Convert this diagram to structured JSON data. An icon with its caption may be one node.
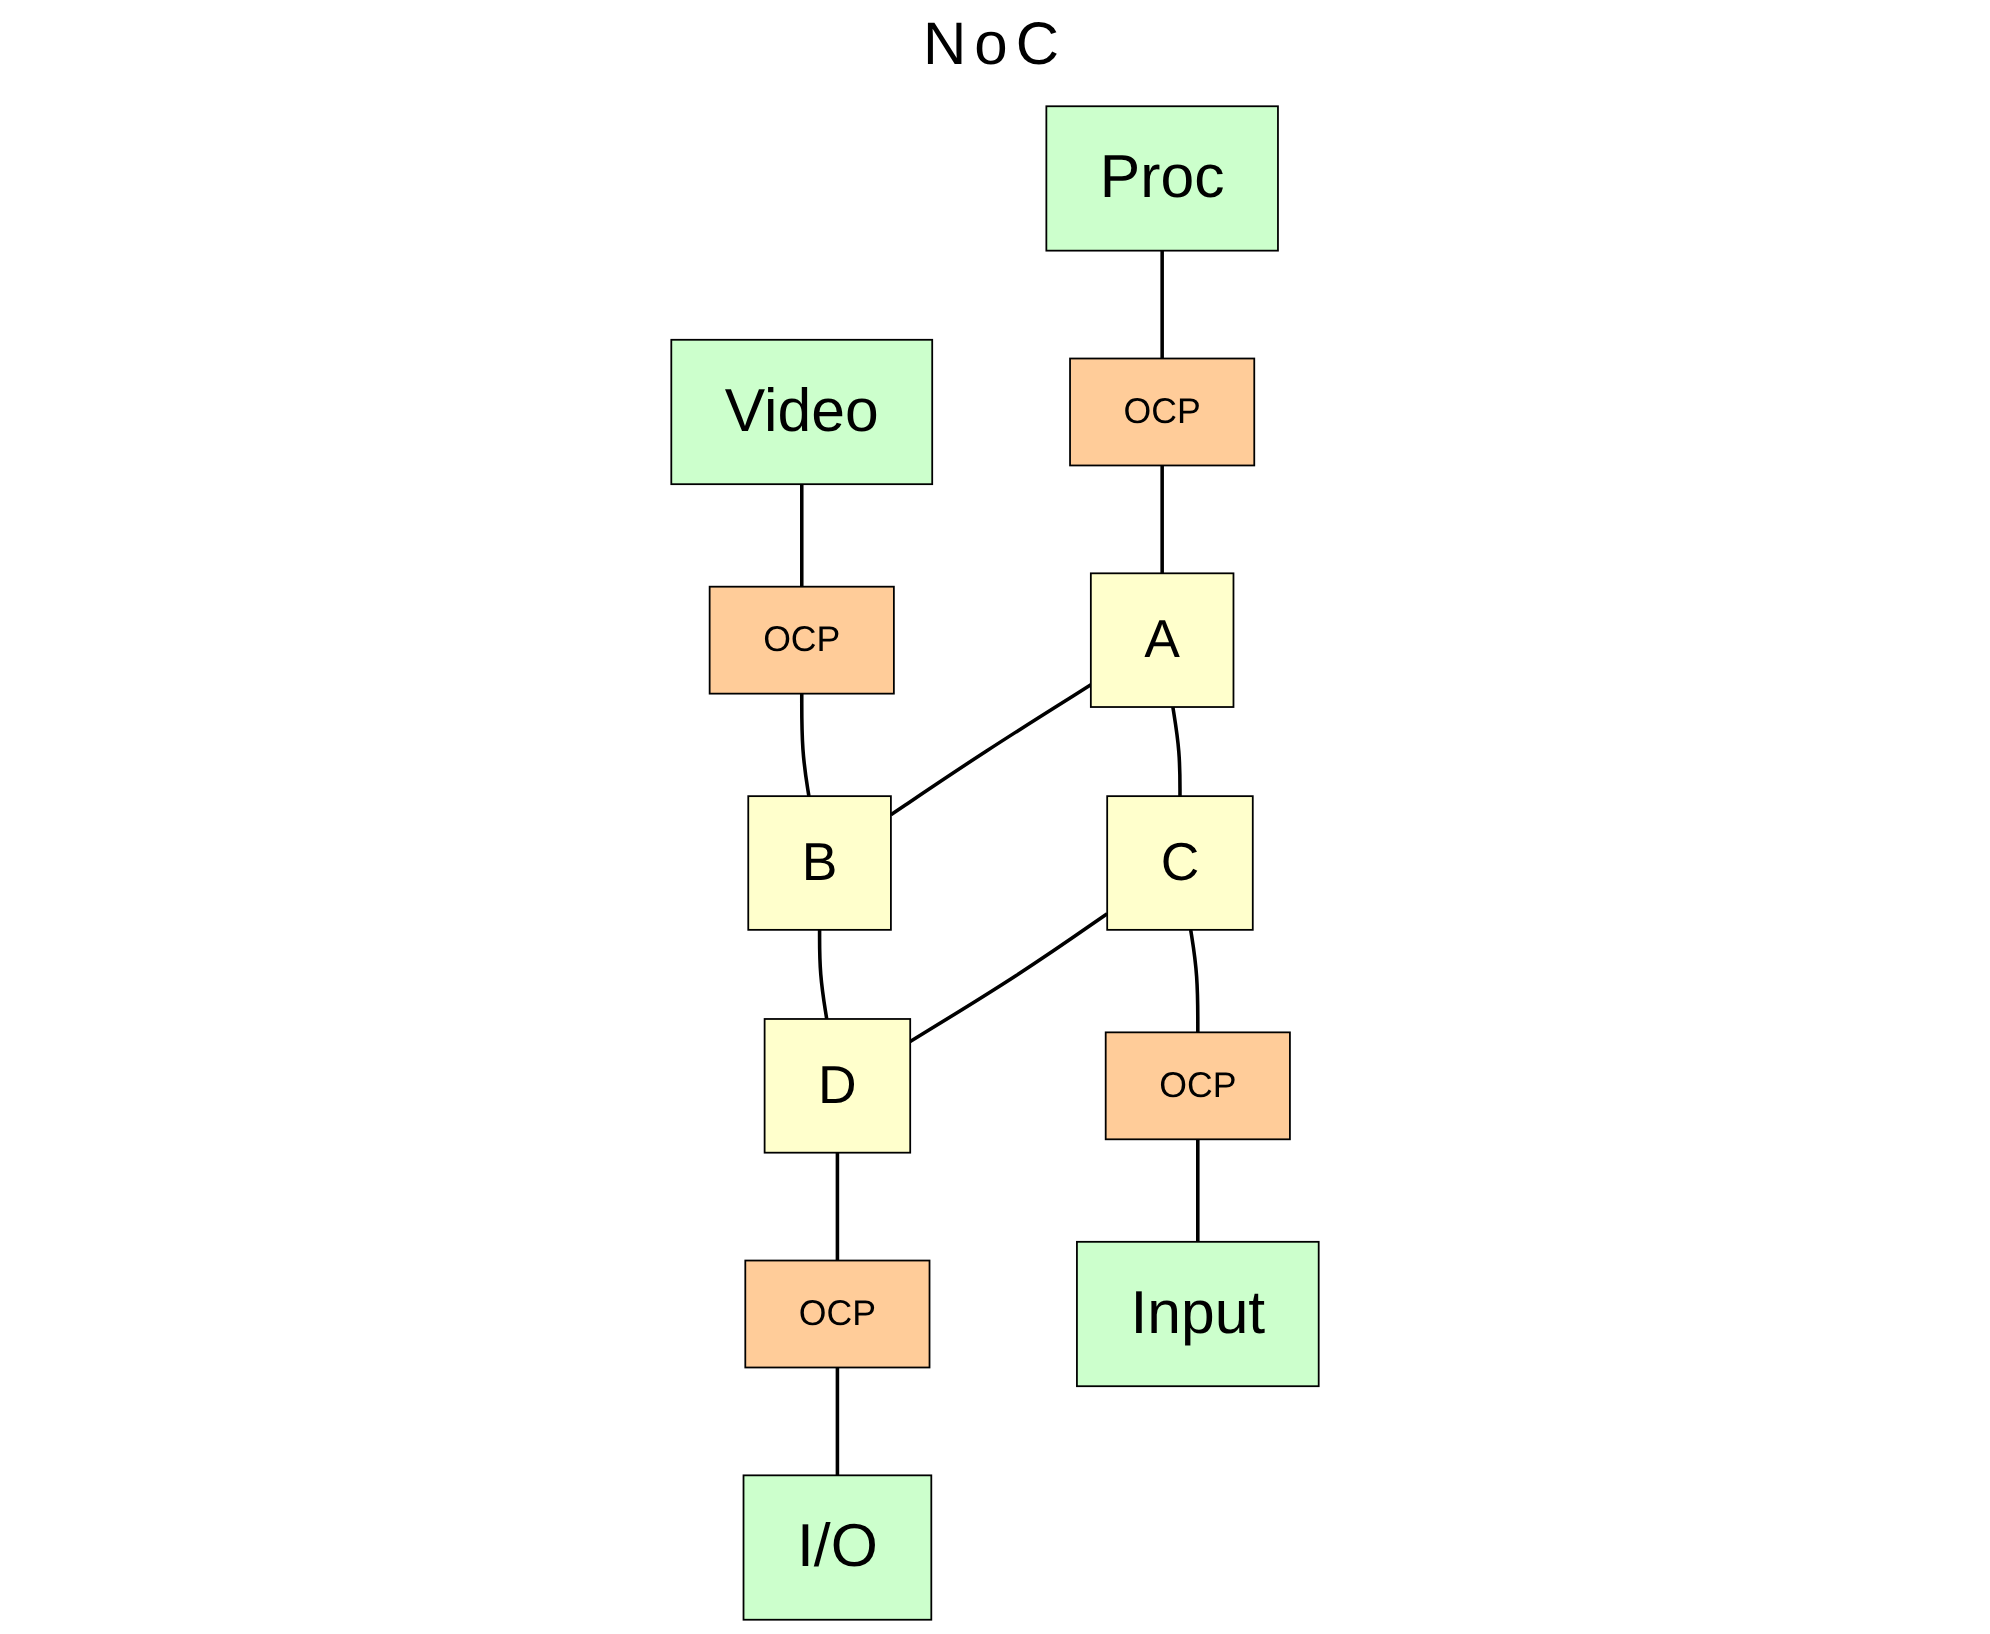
{
  "diagram": {
    "nodes": [
      {
        "text": [
          "Proc"
        ]
      },
      {
        "text": [
          "OCP"
        ]
      },
      {
        "text": [
          "Video"
        ]
      },
      {
        "text": [
          "OCP"
        ]
      },
      {
        "text": [
          "A"
        ]
      },
      {
        "text": [
          "B"
        ]
      },
      {
        "text": [
          "C"
        ]
      },
      {
        "text": [
          "D"
        ]
      },
      {
        "text": [
          "OCP"
        ]
      },
      {
        "text": [
          "OCP"
        ]
      },
      {
        "text": [
          "Input"
        ]
      },
      {
        "text": [
          "I/O"
        ]
      }
    ],
    "edges": [
      {
        "from": 0,
        "to": 1,
        "arrow": "none"
      },
      {
        "from": 1,
        "to": 4,
        "arrow": "none"
      },
      {
        "from": 2,
        "to": 3,
        "arrow": "none"
      },
      {
        "from": 3,
        "to": 5,
        "arrow": "none"
      },
      {
        "from": 4,
        "to": 5,
        "arrow": "none"
      },
      {
        "from": 4,
        "to": 6,
        "arrow": "none"
      },
      {
        "from": 5,
        "to": 7,
        "arrow": "none"
      },
      {
        "from": 6,
        "to": 7,
        "arrow": "none"
      },
      {
        "from": 6,
        "to": 8,
        "arrow": "none"
      },
      {
        "from": 8,
        "to": 10,
        "arrow": "none"
      },
      {
        "from": 7,
        "to": 9,
        "arrow": "none"
      },
      {
        "from": 9,
        "to": 11,
        "arrow": "none"
      }
    ],
    "labels": [
      "NoC"
    ]
  }
}
